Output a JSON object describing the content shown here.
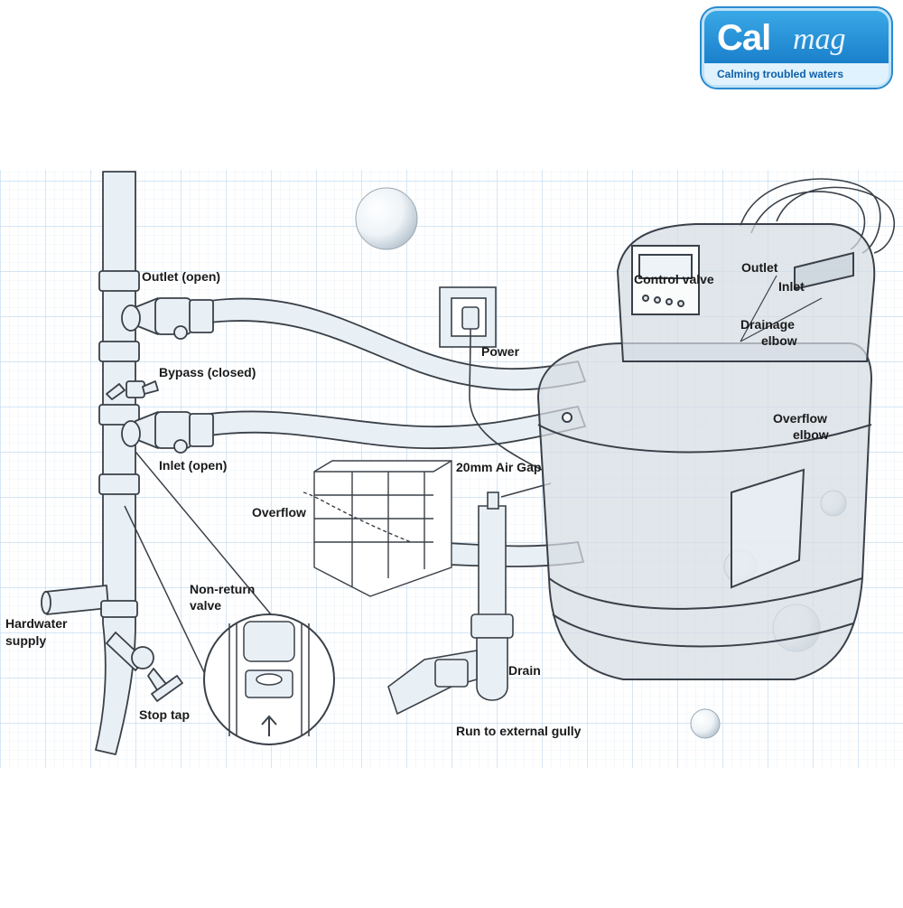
{
  "brand": {
    "name_part1": "Cal",
    "name_part2": "mag",
    "tagline": "Calming troubled waters"
  },
  "labels": {
    "outlet_open": "Outlet (open)",
    "bypass_closed": "Bypass (closed)",
    "inlet_open": "Inlet (open)",
    "power": "Power",
    "control_valve": "Control valve",
    "outlet": "Outlet",
    "inlet": "Inlet",
    "drainage_elbow_1": "Drainage",
    "drainage_elbow_2": "elbow",
    "overflow_elbow_1": "Overflow",
    "overflow_elbow_2": "elbow",
    "air_gap": "20mm Air Gap",
    "overflow": "Overflow",
    "non_return_1": "Non-return",
    "non_return_2": "valve",
    "hardwater_1": "Hardwater",
    "hardwater_2": "supply",
    "stop_tap": "Stop tap",
    "drain": "Drain",
    "run_to_gully": "Run to external gully"
  },
  "colors": {
    "grid": "#cfe3f3",
    "pipe_fill": "#e9f0f5",
    "line": "#3a4048",
    "brand_blue": "#0d6fc0"
  }
}
